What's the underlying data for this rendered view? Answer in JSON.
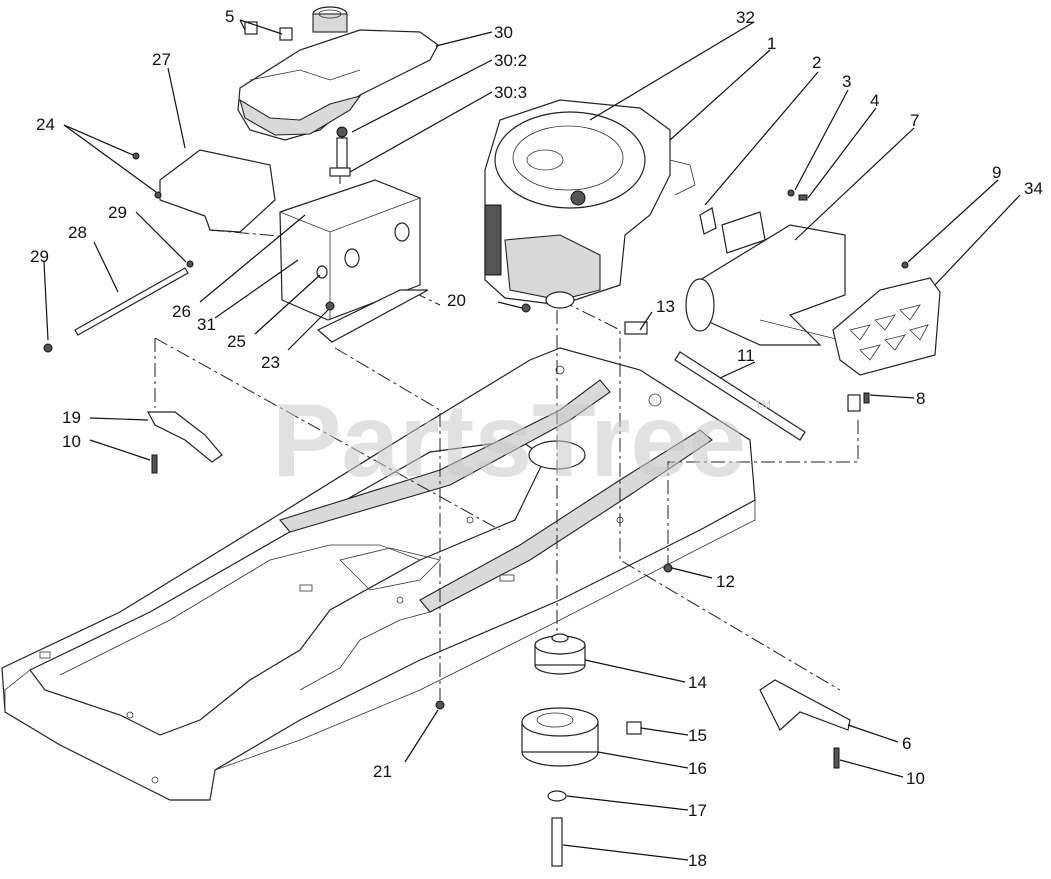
{
  "watermark": {
    "text": "PartsTree",
    "trademark": "TM"
  },
  "callouts": {
    "c1": "1",
    "c2": "2",
    "c3": "3",
    "c4": "4",
    "c5": "5",
    "c6": "6",
    "c7": "7",
    "c8": "8",
    "c9": "9",
    "c10a": "10",
    "c10b": "10",
    "c11": "11",
    "c12": "12",
    "c13": "13",
    "c14": "14",
    "c15": "15",
    "c16": "16",
    "c17": "17",
    "c18": "18",
    "c19": "19",
    "c20": "20",
    "c21": "21",
    "c23": "23",
    "c24": "24",
    "c25": "25",
    "c26": "26",
    "c27": "27",
    "c28": "28",
    "c29a": "29",
    "c29b": "29",
    "c30": "30",
    "c30_2": "30:2",
    "c30_3": "30:3",
    "c31": "31",
    "c32": "32",
    "c34": "34"
  }
}
